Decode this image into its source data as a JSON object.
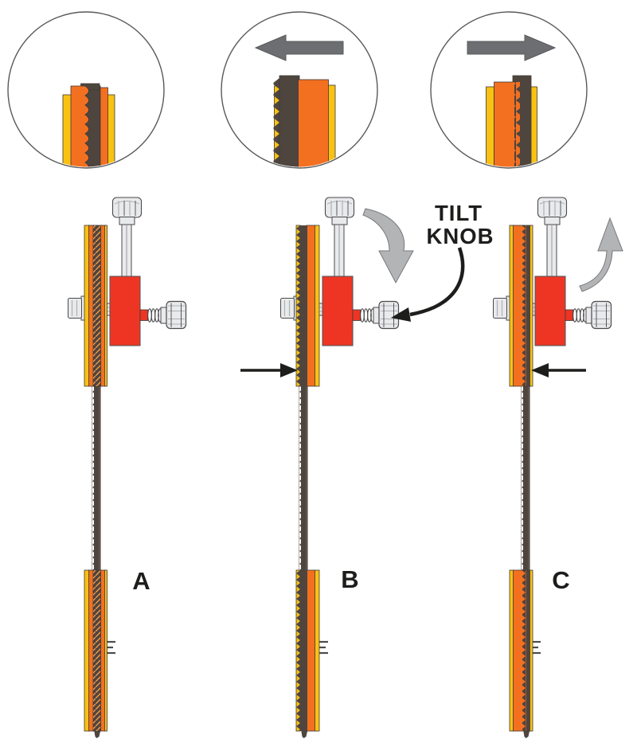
{
  "figure": {
    "description": "Three-panel scroll-saw blade tilt adjustment diagram with circular close-up insets",
    "panels": [
      {
        "label": "A",
        "inset_arrow": "none",
        "blade_position": "centered"
      },
      {
        "label": "B",
        "inset_arrow": "left",
        "blade_position": "left",
        "rotation_arrow": "curved-down",
        "pointer_arrow": "right"
      },
      {
        "label": "C",
        "inset_arrow": "right",
        "blade_position": "right",
        "rotation_arrow": "curved-up",
        "pointer_arrow": "left"
      }
    ],
    "annotation": {
      "line1": "TILT",
      "line2": "KNOB"
    }
  },
  "colors": {
    "background": "#FFFFFF",
    "yellow": "#F9C213",
    "orange": "#F37021",
    "blade": "#4F453F",
    "red": "#EE3524",
    "metal_light": "#E9EAEC",
    "metal_mid": "#AEB0B3",
    "arrow_dark": "#6D6E71",
    "arrow_light": "#B2B4B6",
    "outline": "#4A4A4C",
    "text": "#1D1D1B",
    "hatch": "#F09A4A"
  }
}
